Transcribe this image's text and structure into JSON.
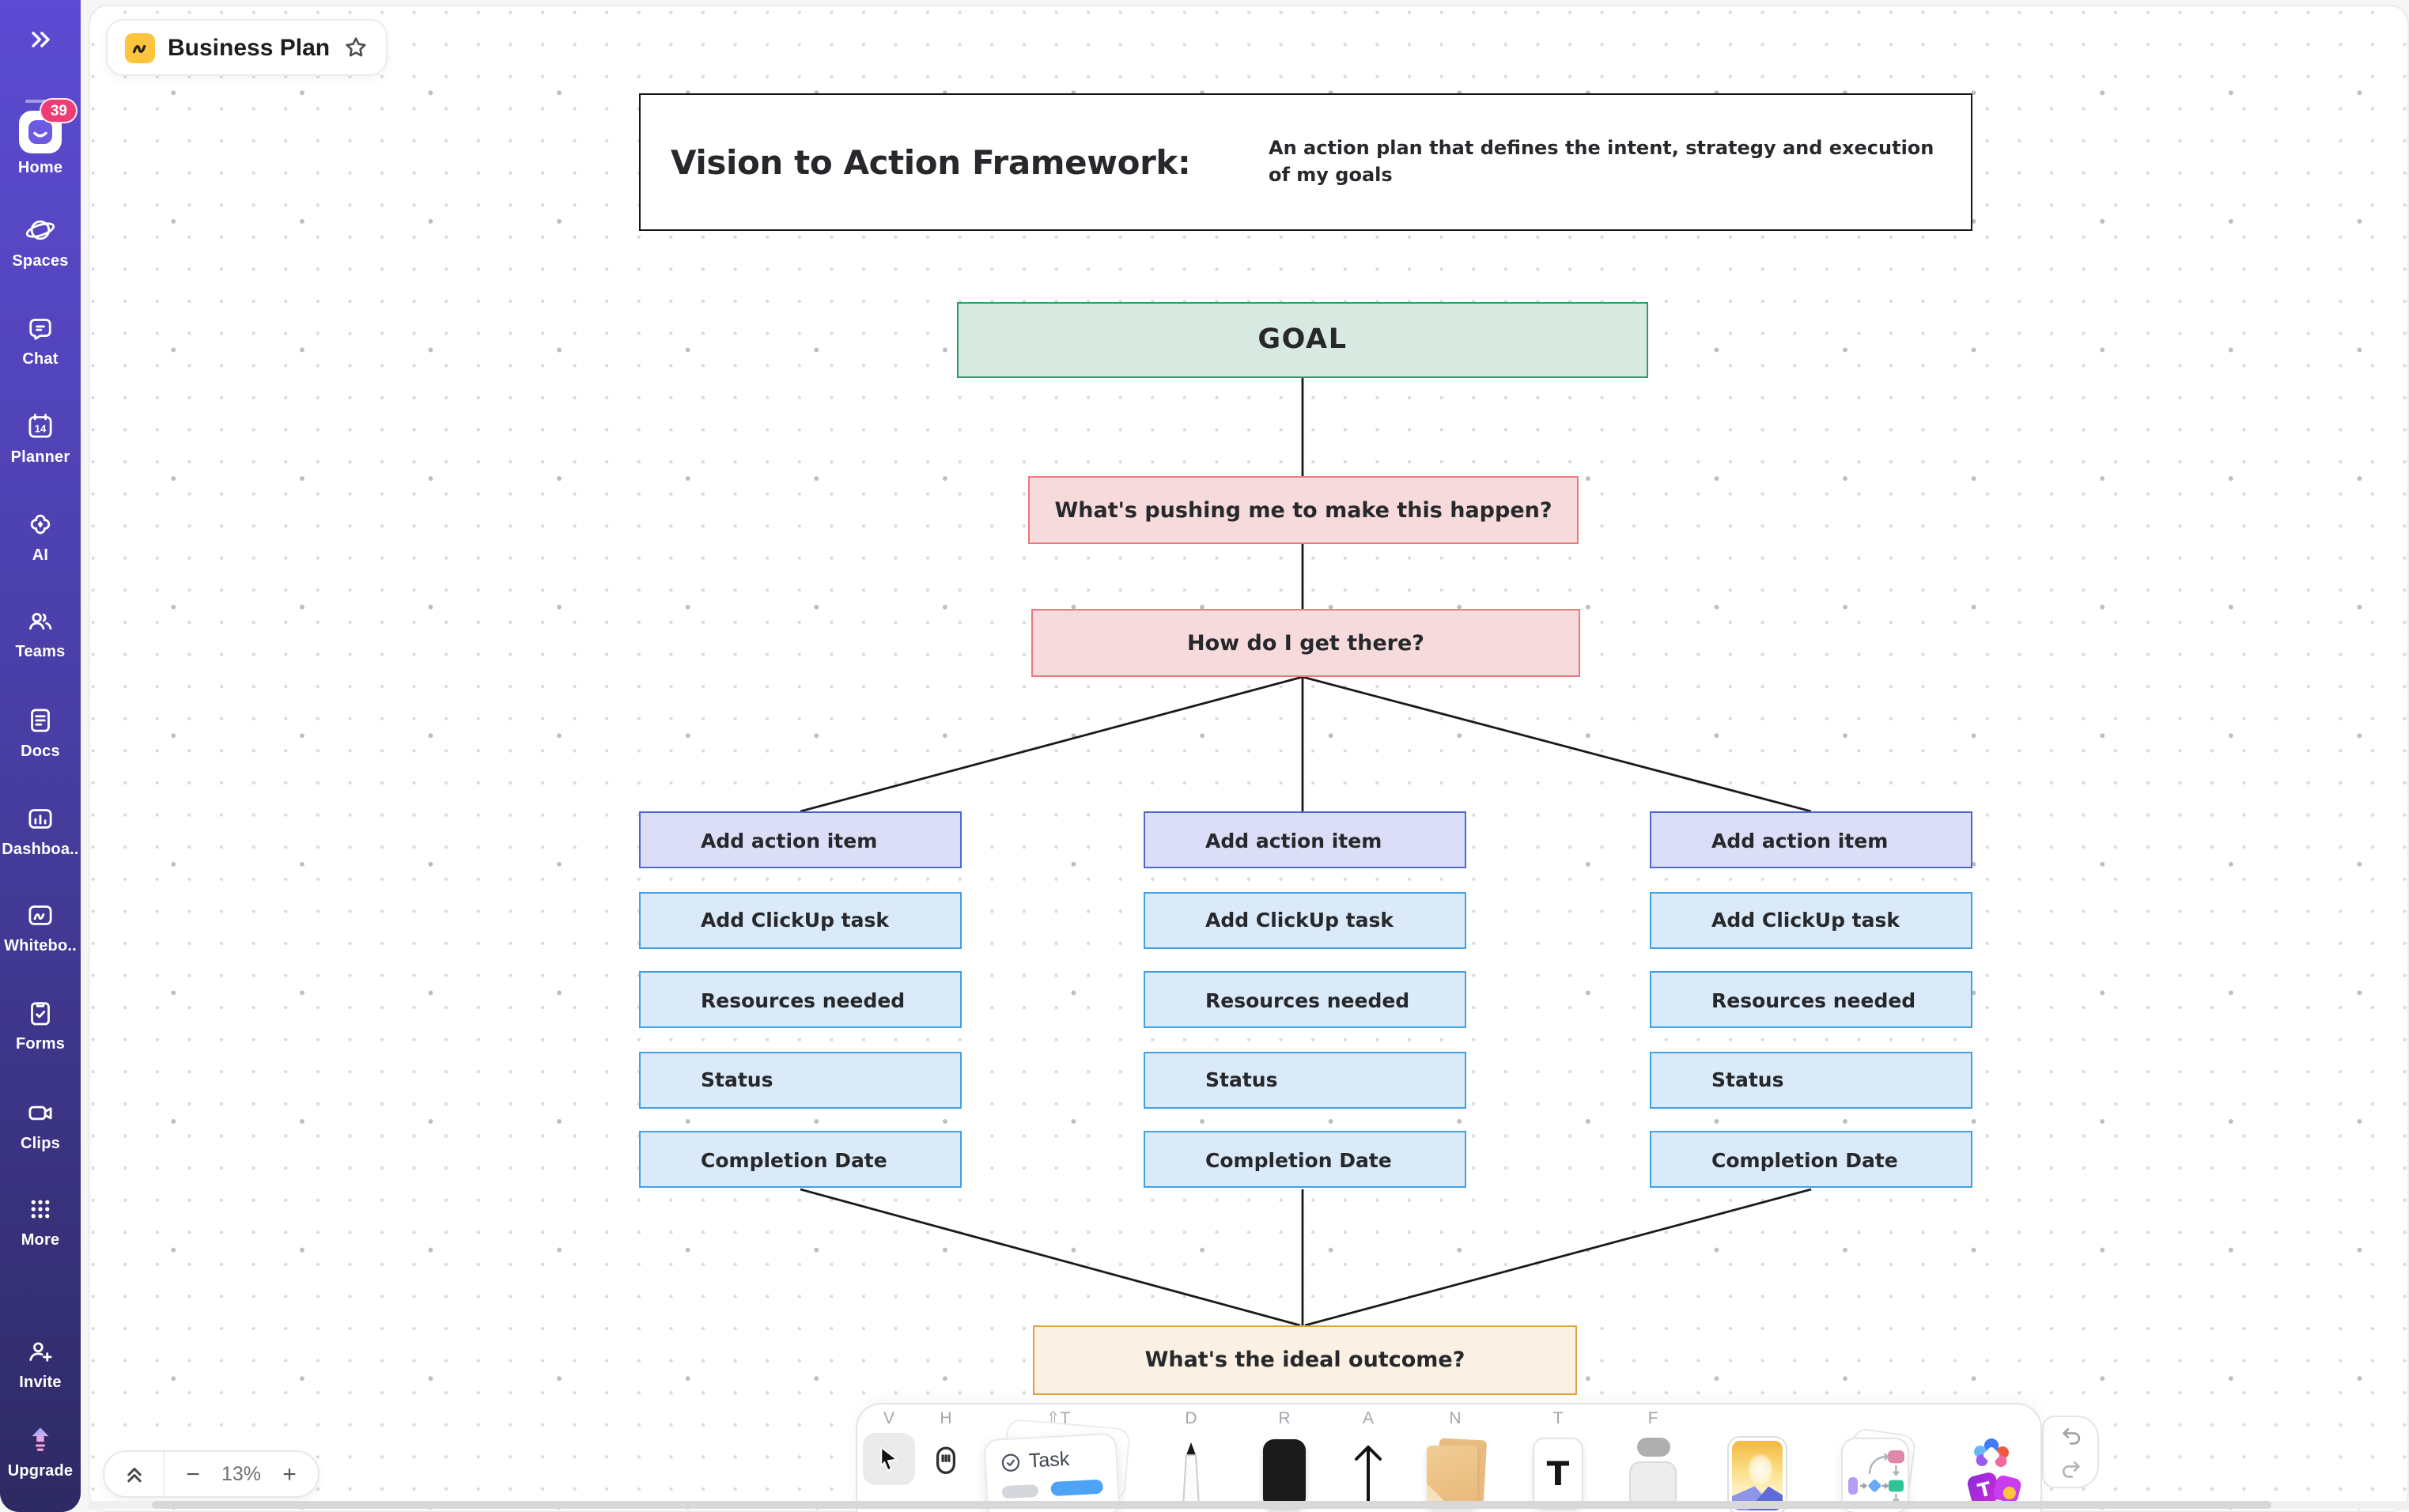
{
  "colors": {
    "sidebar_gradient_top": "#5c4bd3",
    "sidebar_gradient_bottom": "#2e2a63",
    "notification_badge": "#ee3d74",
    "board_icon_bg": "#ffc43e",
    "goal_fill": "#d8e9e1",
    "goal_border": "#27a169",
    "question_fill": "#f7dadc",
    "question_border": "#ed787d",
    "action_item_fill": "#dbdef6",
    "action_item_border": "#4c66d6",
    "clickup_task_fill": "#daeaf9",
    "clickup_task_border": "#42a0e4",
    "outcome_fill": "#faf0e3",
    "outcome_border": "#e2a43f"
  },
  "sidebar": {
    "notification_badge": "39",
    "items": [
      "Home",
      "Spaces",
      "Chat",
      "Planner",
      "AI",
      "Teams",
      "Docs",
      "Dashboa..",
      "Whitebo..",
      "Forms",
      "Clips",
      "More"
    ],
    "footer_items": [
      "Invite",
      "Upgrade"
    ]
  },
  "board_header": {
    "title": "Business Plan"
  },
  "canvas": {
    "header": {
      "title": "Vision to Action Framework:",
      "description": "An action plan that defines the intent, strategy and execution of my goals"
    },
    "flow": {
      "goal": "GOAL",
      "question_push": "What's pushing me to make this happen?",
      "question_how": "How do I get there?",
      "outcome": "What's the ideal outcome?"
    },
    "columns": [
      {
        "rows": [
          "Add action item",
          "Add ClickUp task",
          "Resources needed",
          "Status",
          "Completion Date"
        ]
      },
      {
        "rows": [
          "Add action item",
          "Add ClickUp task",
          "Resources needed",
          "Status",
          "Completion Date"
        ]
      },
      {
        "rows": [
          "Add action item",
          "Add ClickUp task",
          "Resources needed",
          "Status",
          "Completion Date"
        ]
      }
    ]
  },
  "toolbar": {
    "tools": [
      {
        "id": "select",
        "shortcut": "V"
      },
      {
        "id": "hand",
        "shortcut": "H"
      },
      {
        "id": "task",
        "shortcut": "⇧T",
        "card_label": "Task"
      },
      {
        "id": "pen",
        "shortcut": "D"
      },
      {
        "id": "rectangle",
        "shortcut": "R"
      },
      {
        "id": "arrow",
        "shortcut": "A"
      },
      {
        "id": "sticky-note",
        "shortcut": "N"
      },
      {
        "id": "text",
        "shortcut": "T"
      },
      {
        "id": "frame",
        "shortcut": "F"
      },
      {
        "id": "image",
        "shortcut": ""
      },
      {
        "id": "flowchart",
        "shortcut": ""
      },
      {
        "id": "clickup-ai",
        "shortcut": ""
      }
    ]
  },
  "zoom_bar": {
    "zoom_level": "13%",
    "zoom_out": "−",
    "zoom_in": "+"
  }
}
